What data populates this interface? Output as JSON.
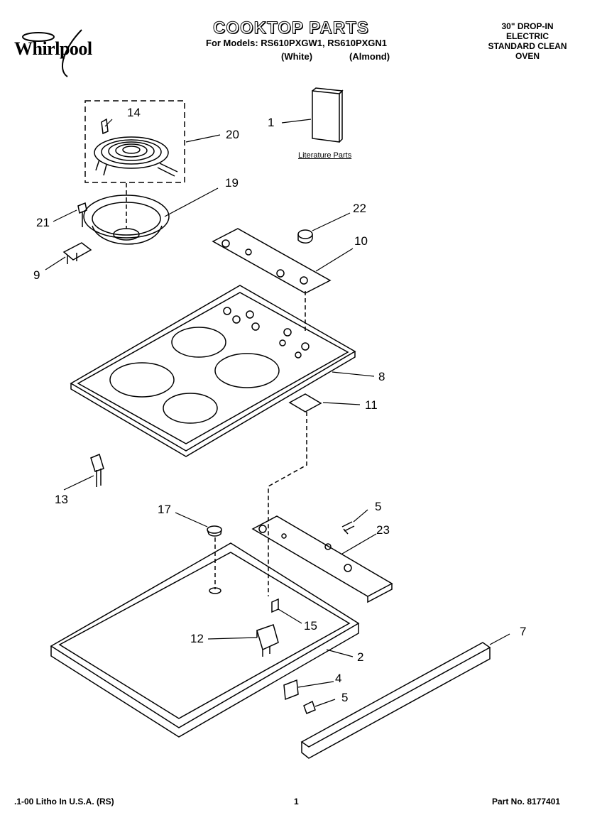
{
  "header": {
    "brand": "Whirlpool",
    "title": "COOKTOP PARTS",
    "models_line": "For Models: RS610PXGW1, RS610PXGN1",
    "variant_white": "(White)",
    "variant_almond": "(Almond)",
    "oven_lines": [
      "30\" DROP-IN",
      "ELECTRIC",
      "STANDARD CLEAN",
      "OVEN"
    ]
  },
  "literature_label": "Literature Parts",
  "callouts": [
    "1",
    "2",
    "4",
    "5",
    "5",
    "7",
    "8",
    "9",
    "10",
    "11",
    "12",
    "13",
    "14",
    "15",
    "17",
    "19",
    "20",
    "21",
    "22",
    "23"
  ],
  "footer": {
    "left": ".1-00 Litho In U.S.A. (RS)",
    "center": "1",
    "right": "Part No. 8177401"
  }
}
